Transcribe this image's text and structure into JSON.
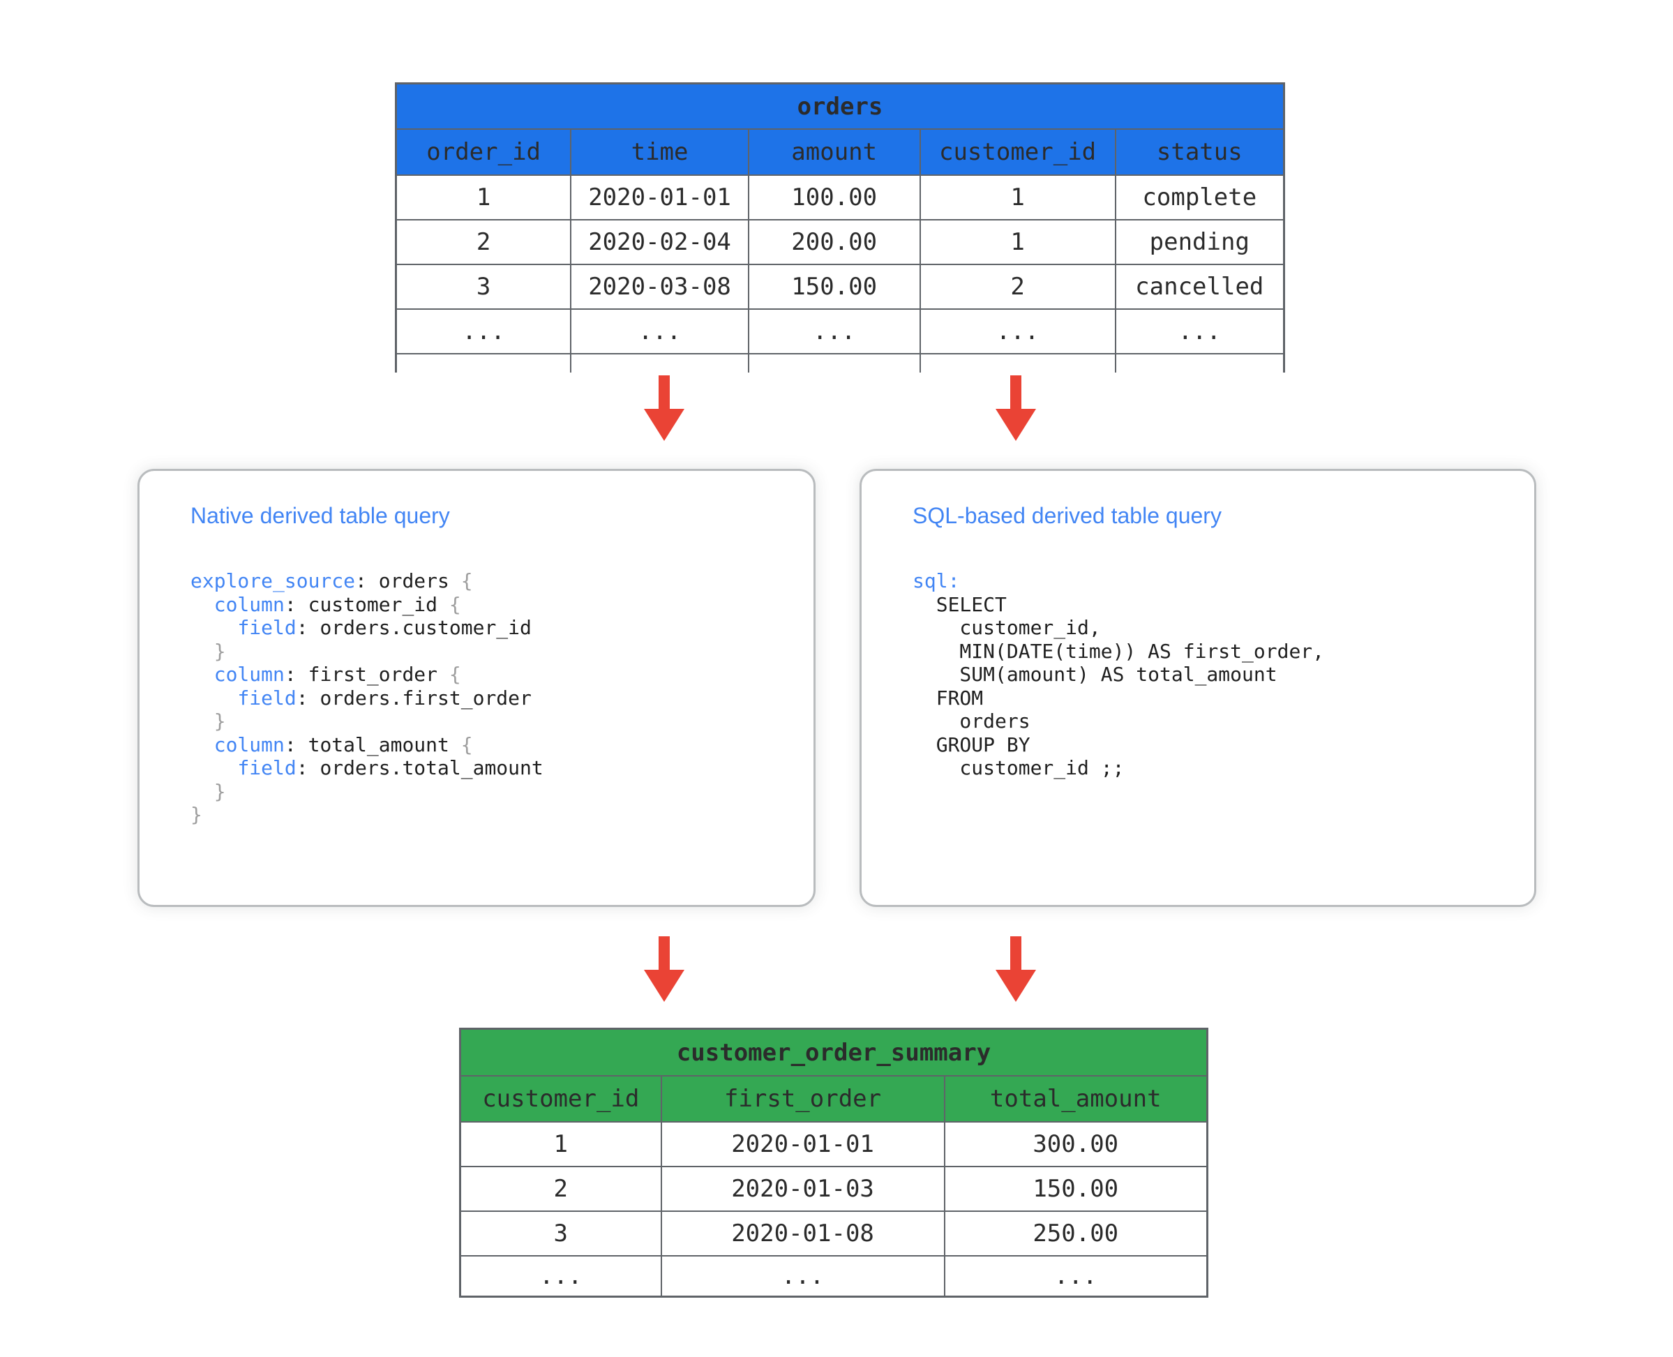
{
  "colors": {
    "table_header_blue": "#1e73e8",
    "table_header_green": "#34a853",
    "arrow_red": "#ea4335",
    "code_keyword_blue": "#4285f4",
    "table_border_gray": "#5f6368",
    "box_border_gray": "#b9bcbe"
  },
  "orders_table": {
    "title": "orders",
    "columns": [
      "order_id",
      "time",
      "amount",
      "customer_id",
      "status"
    ],
    "col_widths": [
      "19.7%",
      "20%",
      "19.3%",
      "22%",
      "19%"
    ],
    "rows": [
      [
        "1",
        "2020-01-01",
        "100.00",
        "1",
        "complete"
      ],
      [
        "2",
        "2020-02-04",
        "200.00",
        "1",
        "pending"
      ],
      [
        "3",
        "2020-03-08",
        "150.00",
        "2",
        "cancelled"
      ],
      [
        "...",
        "...",
        "...",
        "...",
        "..."
      ]
    ]
  },
  "native_box": {
    "title": "Native derived table query",
    "code": [
      [
        {
          "c": "k",
          "t": "explore_source"
        },
        {
          "c": "t",
          "t": ": orders "
        },
        {
          "c": "b",
          "t": "{"
        }
      ],
      [
        {
          "c": "t",
          "t": "  "
        },
        {
          "c": "k",
          "t": "column"
        },
        {
          "c": "t",
          "t": ": customer_id "
        },
        {
          "c": "b",
          "t": "{"
        }
      ],
      [
        {
          "c": "t",
          "t": "    "
        },
        {
          "c": "k",
          "t": "field"
        },
        {
          "c": "t",
          "t": ": orders.customer_id"
        }
      ],
      [
        {
          "c": "b",
          "t": "  }"
        }
      ],
      [
        {
          "c": "t",
          "t": "  "
        },
        {
          "c": "k",
          "t": "column"
        },
        {
          "c": "t",
          "t": ": first_order "
        },
        {
          "c": "b",
          "t": "{"
        }
      ],
      [
        {
          "c": "t",
          "t": "    "
        },
        {
          "c": "k",
          "t": "field"
        },
        {
          "c": "t",
          "t": ": orders.first_order"
        }
      ],
      [
        {
          "c": "b",
          "t": "  }"
        }
      ],
      [
        {
          "c": "t",
          "t": "  "
        },
        {
          "c": "k",
          "t": "column"
        },
        {
          "c": "t",
          "t": ": total_amount "
        },
        {
          "c": "b",
          "t": "{"
        }
      ],
      [
        {
          "c": "t",
          "t": "    "
        },
        {
          "c": "k",
          "t": "field"
        },
        {
          "c": "t",
          "t": ": orders.total_amount"
        }
      ],
      [
        {
          "c": "b",
          "t": "  }"
        }
      ],
      [
        {
          "c": "b",
          "t": "}"
        }
      ]
    ]
  },
  "sql_box": {
    "title": "SQL-based derived table query",
    "code": [
      [
        {
          "c": "k",
          "t": "sql:"
        }
      ],
      [
        {
          "c": "t",
          "t": "  SELECT"
        }
      ],
      [
        {
          "c": "t",
          "t": "    customer_id,"
        }
      ],
      [
        {
          "c": "t",
          "t": "    MIN(DATE(time)) AS first_order,"
        }
      ],
      [
        {
          "c": "t",
          "t": "    SUM(amount) AS total_amount"
        }
      ],
      [
        {
          "c": "t",
          "t": "  FROM"
        }
      ],
      [
        {
          "c": "t",
          "t": "    orders"
        }
      ],
      [
        {
          "c": "t",
          "t": "  GROUP BY"
        }
      ],
      [
        {
          "c": "t",
          "t": "    customer_id ;;"
        }
      ]
    ]
  },
  "summary_table": {
    "title": "customer_order_summary",
    "columns": [
      "customer_id",
      "first_order",
      "total_amount"
    ],
    "col_widths": [
      "26.9%",
      "37.9%",
      "35.2%"
    ],
    "rows": [
      [
        "1",
        "2020-01-01",
        "300.00"
      ],
      [
        "2",
        "2020-01-03",
        "150.00"
      ],
      [
        "3",
        "2020-01-08",
        "250.00"
      ],
      [
        "...",
        "...",
        "..."
      ]
    ]
  }
}
